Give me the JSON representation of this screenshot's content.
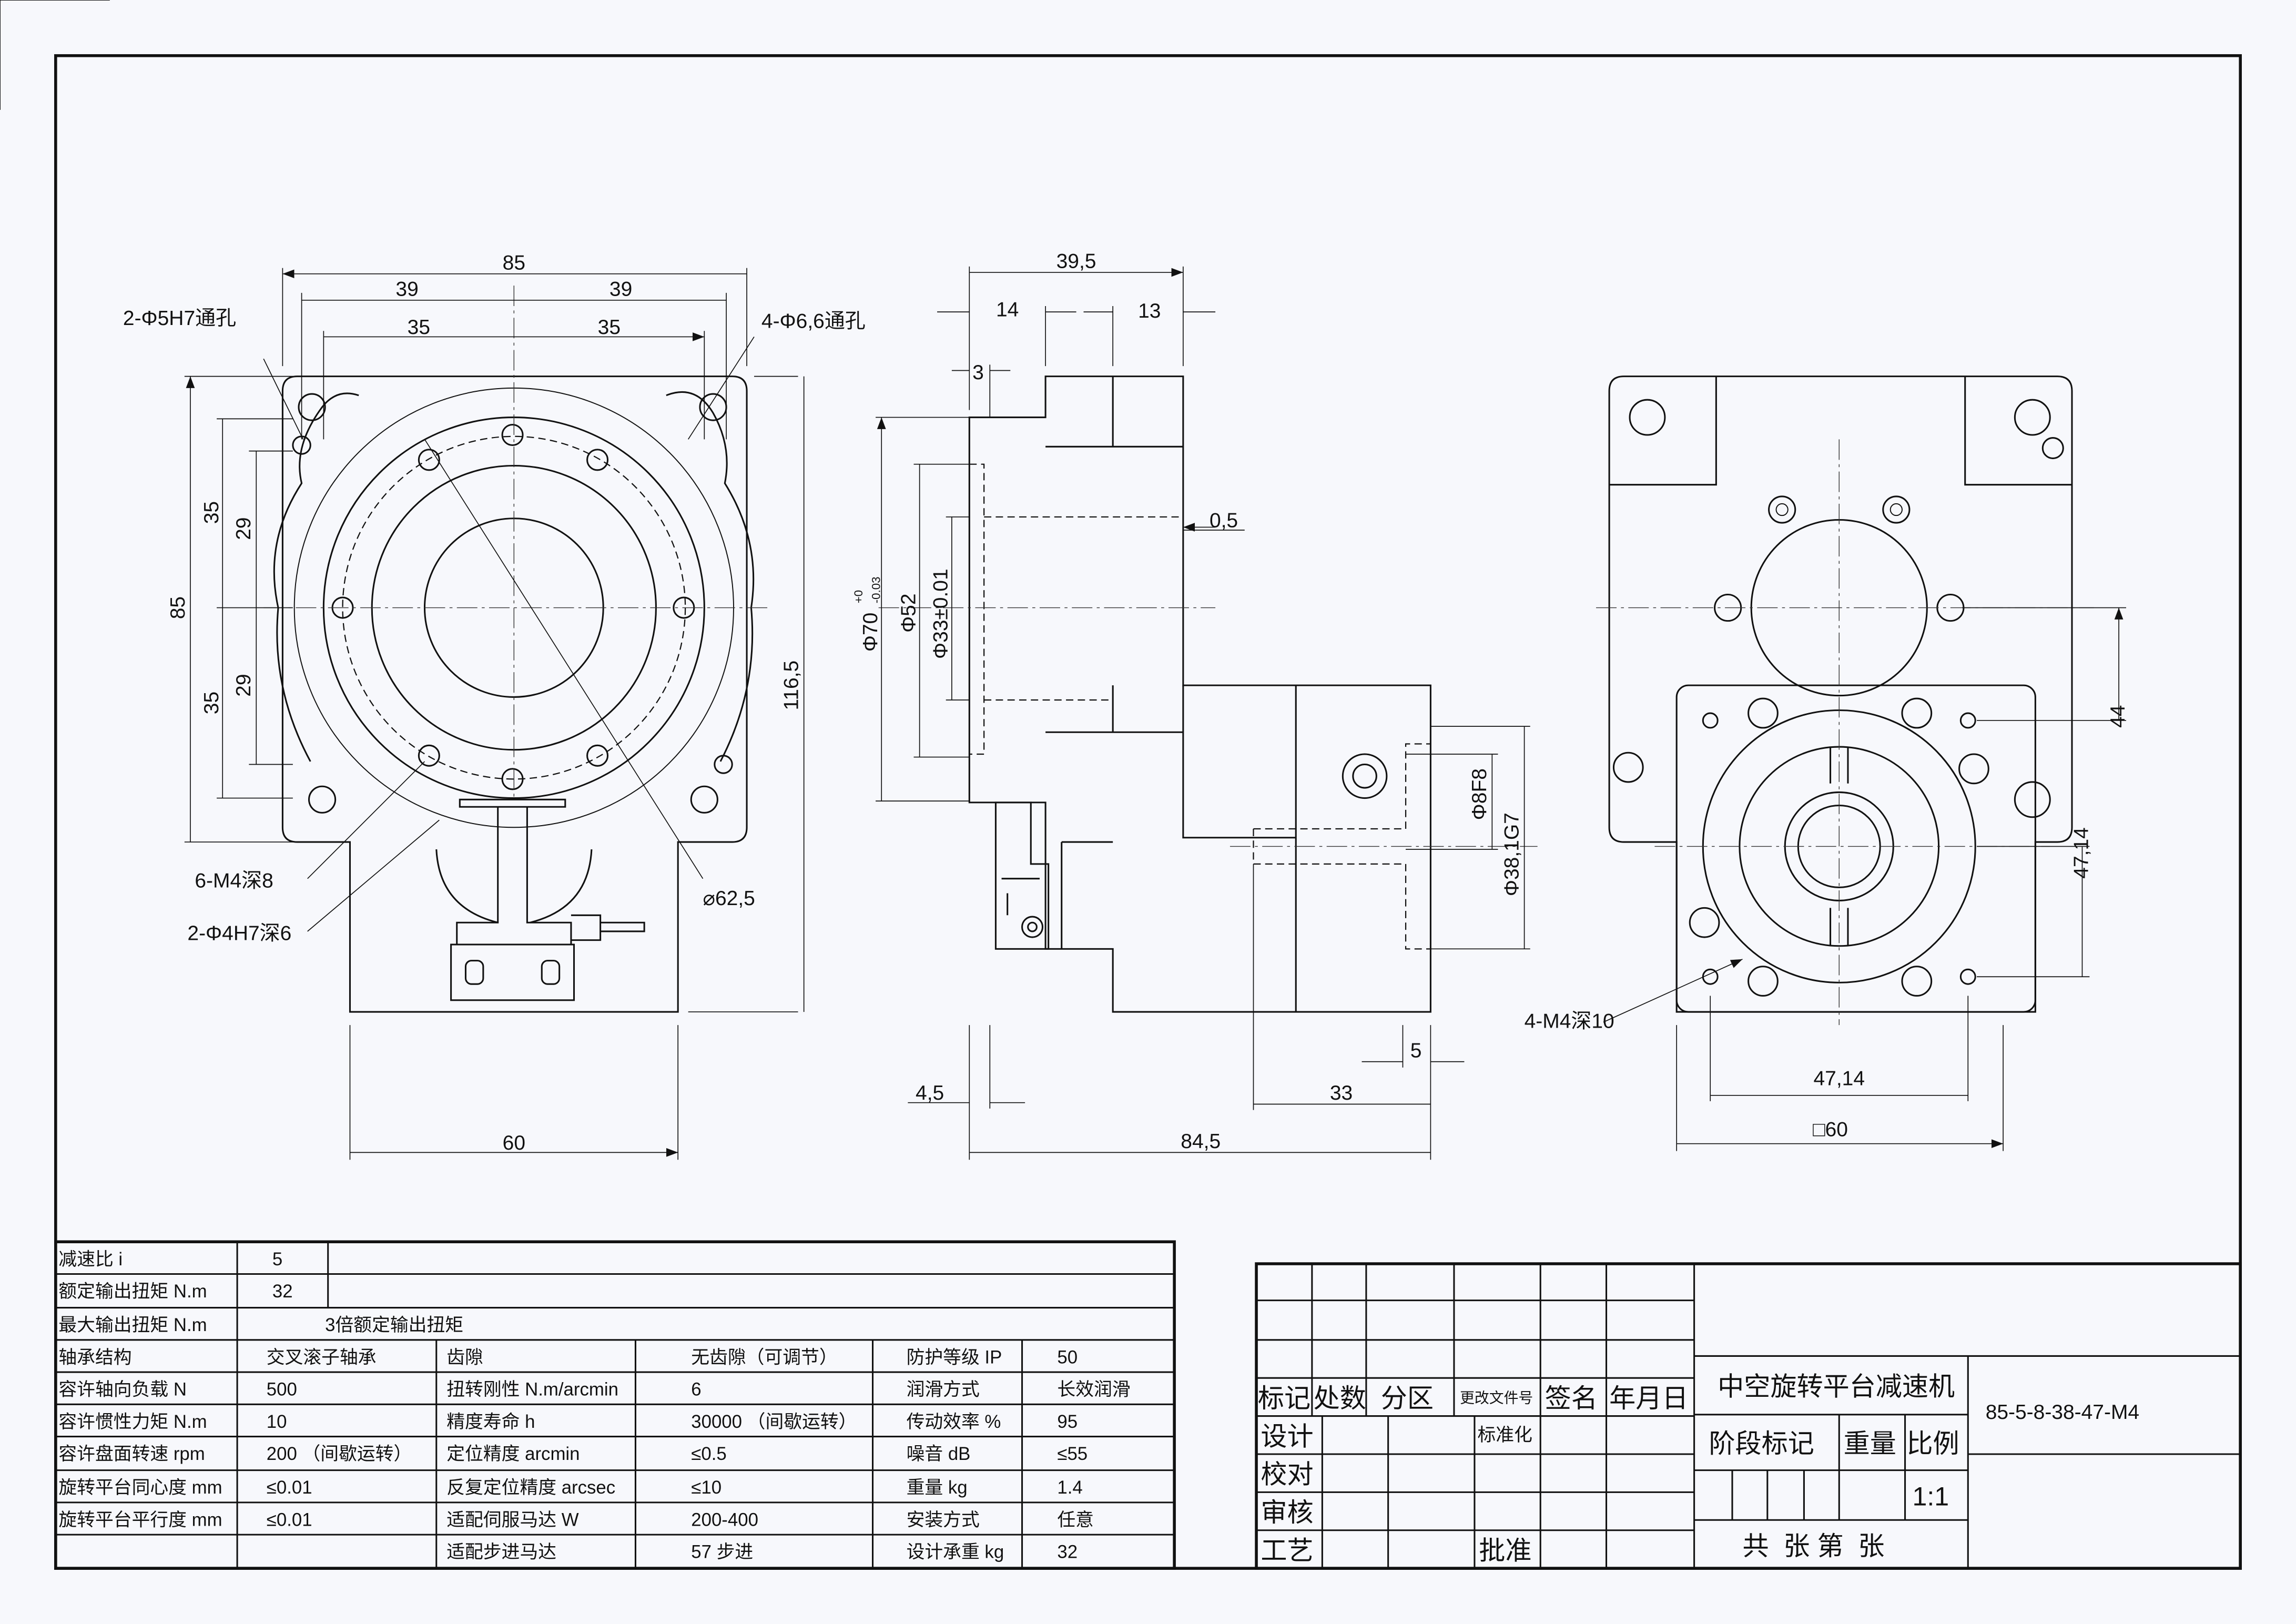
{
  "drawing": {
    "front_view": {
      "dims": {
        "width_85": "85",
        "half_39_left": "39",
        "half_39_right": "39",
        "half_35_left": "35",
        "half_35_right": "35",
        "height_85": "85",
        "v35_top": "35",
        "v35_bottom": "35",
        "v29_top": "29",
        "v29_bottom": "29",
        "height_116_5": "116,5",
        "base_60": "60"
      },
      "notes": {
        "through_holes_5": "2-Φ5H7通孔",
        "through_holes_6_6": "4-Φ6,6通孔",
        "tapped_m4": "6-M4深8",
        "pin_holes": "2-Φ4H7深6",
        "pcd": "⌀62,5"
      }
    },
    "side_view": {
      "dims": {
        "depth_39_5": "39,5",
        "d14": "14",
        "d13": "13",
        "d3": "3",
        "d0_5": "0,5",
        "phi70": "Φ70",
        "phi70_tol_upper": "+0",
        "phi70_tol_lower": "-0.03",
        "phi52": "Φ52",
        "phi33": "Φ33±0.01",
        "phi8": "Φ8F8",
        "phi38": "Φ38,1G7",
        "d5": "5",
        "d33": "33",
        "d4_5": "4,5",
        "d84_5": "84,5"
      }
    },
    "rear_view": {
      "dims": {
        "v44": "44",
        "v47_14": "47,14",
        "h47_14": "47,14",
        "sq60": "□60"
      },
      "notes": {
        "tapped": "4-M4深10"
      }
    }
  },
  "spec_table": {
    "rows": [
      [
        "减速比 i",
        "5"
      ],
      [
        "额定输出扭矩 N.m",
        "32"
      ],
      [
        "最大输出扭矩 N.m",
        "3倍额定输出扭矩"
      ],
      [
        "轴承结构",
        "交叉滚子轴承",
        "齿隙",
        "无齿隙（可调节）",
        "防护等级 IP",
        "50"
      ],
      [
        "容许轴向负载 N",
        "500",
        "扭转刚性 N.m/arcmin",
        "6",
        "润滑方式",
        "长效润滑"
      ],
      [
        "容许惯性力矩 N.m",
        "10",
        "精度寿命 h",
        "30000 （间歇运转）",
        "传动效率 %",
        "95"
      ],
      [
        "容许盘面转速 rpm",
        "200 （间歇运转）",
        "定位精度 arcmin",
        "≤0.5",
        "噪音 dB",
        "≤55"
      ],
      [
        "旋转平台同心度 mm",
        "≤0.01",
        "反复定位精度 arcsec",
        "≤10",
        "重量 kg",
        "1.4"
      ],
      [
        "旋转平台平行度 mm",
        "≤0.01",
        "适配伺服马达 W",
        "200-400",
        "安装方式",
        "任意"
      ],
      [
        "",
        "",
        "适配步进马达",
        "57 步进",
        "设计承重 kg",
        "32"
      ]
    ]
  },
  "title_block": {
    "headers": [
      "标记",
      "处数",
      "分区",
      "更改文件号",
      "签名",
      "年月日"
    ],
    "roles": [
      "设计",
      "校对",
      "审核",
      "工艺"
    ],
    "standardization": "标准化",
    "approve": "批准",
    "product_name": "中空旋转平台减速机",
    "stage_mark": "阶段标记",
    "weight": "重量",
    "scale_label": "比例",
    "scale": "1:1",
    "sheets": "共  张 第  张",
    "drawing_number": "85-5-8-38-47-M4"
  }
}
